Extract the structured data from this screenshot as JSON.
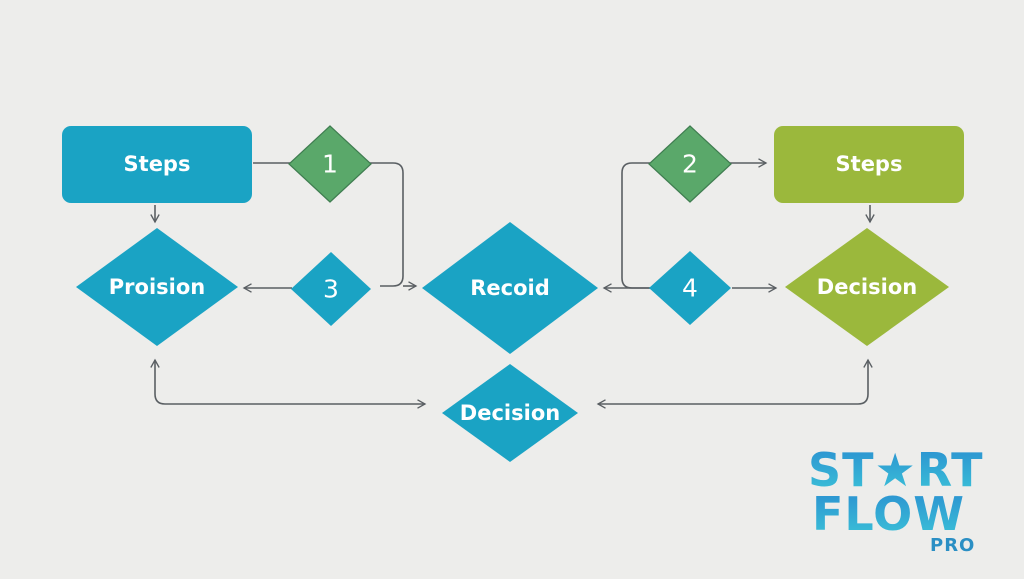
{
  "colors": {
    "background": "#ededeb",
    "teal": "#1aa3c4",
    "green_step": "#9bb83c",
    "green_diamond": "#5aa86a",
    "connector": "#5a5f63",
    "logo_blue": "#2b8fc4"
  },
  "nodes": {
    "steps_left": "Steps",
    "provision": "Proision",
    "record": "Recoid",
    "decision_bottom": "Decision",
    "steps_right": "Steps",
    "decision_right": "Decision"
  },
  "markers": {
    "one": "1",
    "two": "2",
    "three": "3",
    "four": "4"
  },
  "logo": {
    "line1": "ST★RT",
    "line2": "FLOW",
    "line3": "PRO",
    "icon": "star-icon"
  }
}
